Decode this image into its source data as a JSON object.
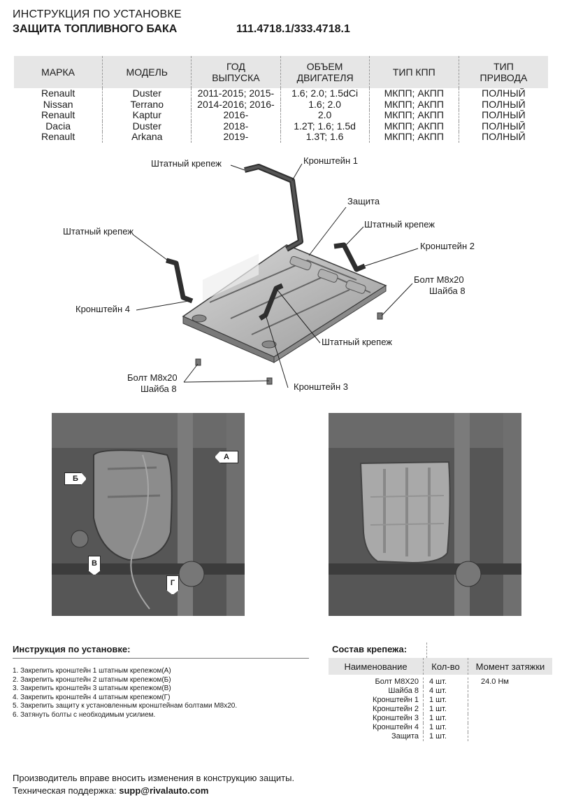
{
  "header": {
    "title": "ИНСТРУКЦИЯ ПО УСТАНОВКЕ",
    "subtitle": "ЗАЩИТА ТОПЛИВНОГО БАКА",
    "part_number": "111.4718.1/333.4718.1"
  },
  "applicability": {
    "columns": [
      "МАРКА",
      "МОДЕЛЬ",
      "ГОД ВЫПУСКА",
      "ОБЪЕМ ДВИГАТЕЛЯ",
      "ТИП КПП",
      "ТИП ПРИВОДА"
    ],
    "rows": [
      [
        "Renault",
        "Duster",
        "2011-2015; 2015-",
        "1.6; 2.0; 1.5dCi",
        "МКПП; АКПП",
        "ПОЛНЫЙ"
      ],
      [
        "Nissan",
        "Terrano",
        "2014-2016; 2016-",
        "1.6; 2.0",
        "МКПП; АКПП",
        "ПОЛНЫЙ"
      ],
      [
        "Renault",
        "Kaptur",
        "2016-",
        "2.0",
        "МКПП; АКПП",
        "ПОЛНЫЙ"
      ],
      [
        "Dacia",
        "Duster",
        "2018-",
        "1.2T; 1.6; 1.5d",
        "МКПП; АКПП",
        "ПОЛНЫЙ"
      ],
      [
        "Renault",
        "Arkana",
        "2019-",
        "1.3T; 1.6",
        "МКПП; АКПП",
        "ПОЛНЫЙ"
      ]
    ]
  },
  "diagram": {
    "labels": {
      "std_fastener_top": "Штатный крепеж",
      "bracket1": "Кронштейн 1",
      "guard": "Защита",
      "std_fastener_right": "Штатный крепеж",
      "bracket2": "Кронштейн 2",
      "std_fastener_left": "Штатный крепеж",
      "bolt_right": "Болт M8x20",
      "washer_right": "Шайба 8",
      "bracket4": "Кронштейн 4",
      "std_fastener_bottom": "Штатный крепеж",
      "bolt_left": "Болт M8x20",
      "washer_left": "Шайба 8",
      "bracket3": "Кронштейн 3"
    }
  },
  "photos": {
    "markers": {
      "a": "А",
      "b": "Б",
      "v": "В",
      "g": "Г"
    }
  },
  "instructions": {
    "title": "Инструкция по установке:",
    "steps": [
      "1. Закрепить кронштейн 1 штатным крепежом(А)",
      "2. Закрепить кронштейн 2 штатным крепежом(Б)",
      "3. Закрепить кронштейн 3 штатным крепежом(В)",
      "4. Закрепить кронштейн 4 штатным крепежом(Г)",
      "5. Закрепить защиту к установленным кронштейнам болтами М8х20.",
      "6. Затянуть болты с необходимым усилием."
    ]
  },
  "fasteners": {
    "title": "Состав крепежа:",
    "columns": [
      "Наименование",
      "Кол-во",
      "Момент затяжки"
    ],
    "rows": [
      [
        "Болт M8X20",
        "4 шт.",
        "24.0 Нм"
      ],
      [
        "Шайба 8",
        "4 шт.",
        ""
      ],
      [
        "Кронштейн 1",
        "1 шт.",
        ""
      ],
      [
        "Кронштейн 2",
        "1 шт.",
        ""
      ],
      [
        "Кронштейн 3",
        "1 шт.",
        ""
      ],
      [
        "Кронштейн 4",
        "1 шт.",
        ""
      ],
      [
        "Защита",
        "1 шт.",
        ""
      ]
    ]
  },
  "footer": {
    "disclaimer": "Производитель вправе вносить изменения в конструкцию защиты.",
    "support_label": "Техническая поддержка:",
    "support_email": "supp@rivalauto.com"
  }
}
